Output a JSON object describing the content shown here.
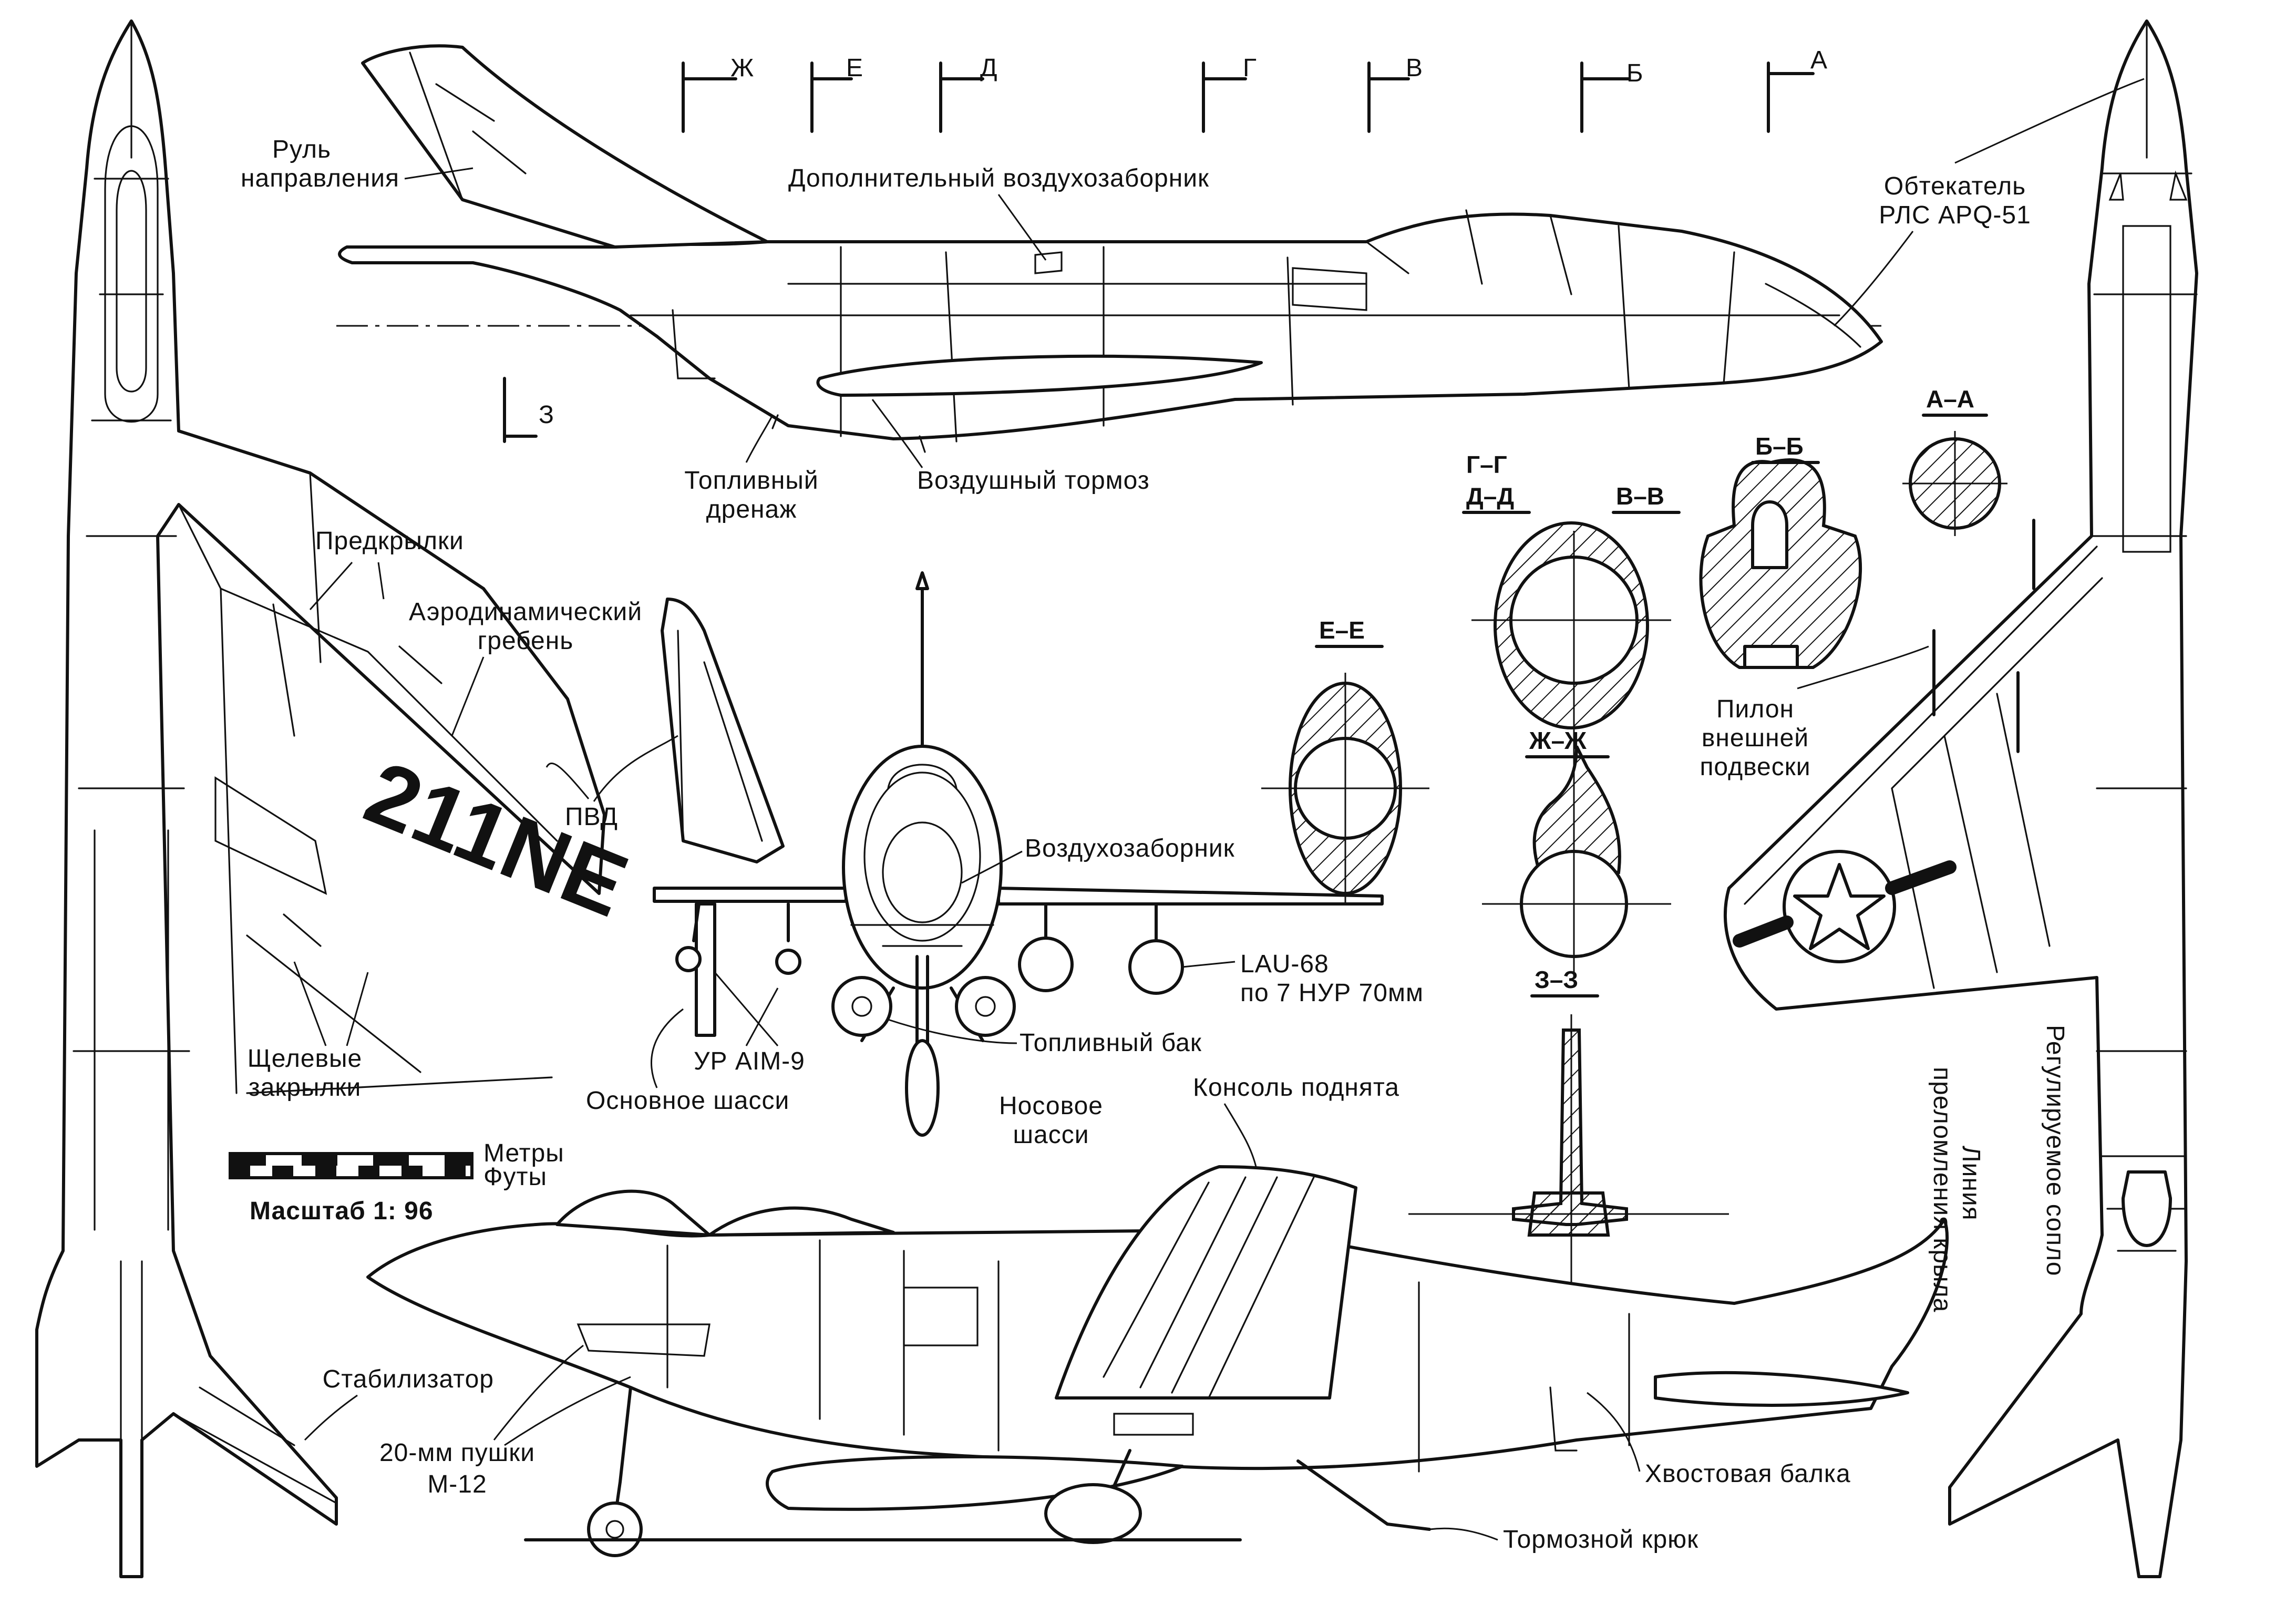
{
  "labels": {
    "rudder": [
      "Руль",
      "направления"
    ],
    "aux_intake": "Дополнительный воздухозаборник",
    "radome": [
      "Обтекатель",
      "РЛС APQ-51"
    ],
    "fuel_drain": [
      "Топливный",
      "дренаж"
    ],
    "air_brake": "Воздушный тормоз",
    "slats": "Предкрылки",
    "wing_fence": [
      "Аэродинамический",
      "гребень"
    ],
    "pitot": "ПВД",
    "intake": "Воздухозаборник",
    "lau68": [
      "LAU-68",
      "по 7 НУР 70мм"
    ],
    "aim9": "УР AIM-9",
    "fuel_tank": "Топливный бак",
    "main_gear": "Основное шасси",
    "nose_gear": [
      "Носовое",
      "шасси"
    ],
    "slotted_flaps": [
      "Щелевые",
      "закрылки"
    ],
    "wing_folded": "Консоль поднята",
    "pylon": [
      "Пилон",
      "внешней",
      "подвески"
    ],
    "fold_line": [
      "Линия",
      "преломления крыла"
    ],
    "nozzle": "Регулируемое сопло",
    "stabilizer": "Стабилизатор",
    "cannons": [
      "20-мм пушки",
      "М-12"
    ],
    "tail_boom": "Хвостовая балка",
    "arrest_hook": "Тормозной крюк",
    "tail_number": "211NE"
  },
  "sections": {
    "cut_markers": [
      "Ж",
      "Е",
      "Д",
      "Г",
      "В",
      "Б",
      "А"
    ],
    "z_marker": "З",
    "titles": {
      "aa": "А–А",
      "bb": "Б–Б",
      "gg": "Г–Г",
      "dd": "Д–Д",
      "vv": "В–В",
      "ee": "Е–Е",
      "zhzh": "Ж–Ж",
      "zz": "З–З"
    }
  },
  "scale": {
    "metres": "Метры",
    "feet": "Футы",
    "caption": "Масштаб 1: 96"
  }
}
